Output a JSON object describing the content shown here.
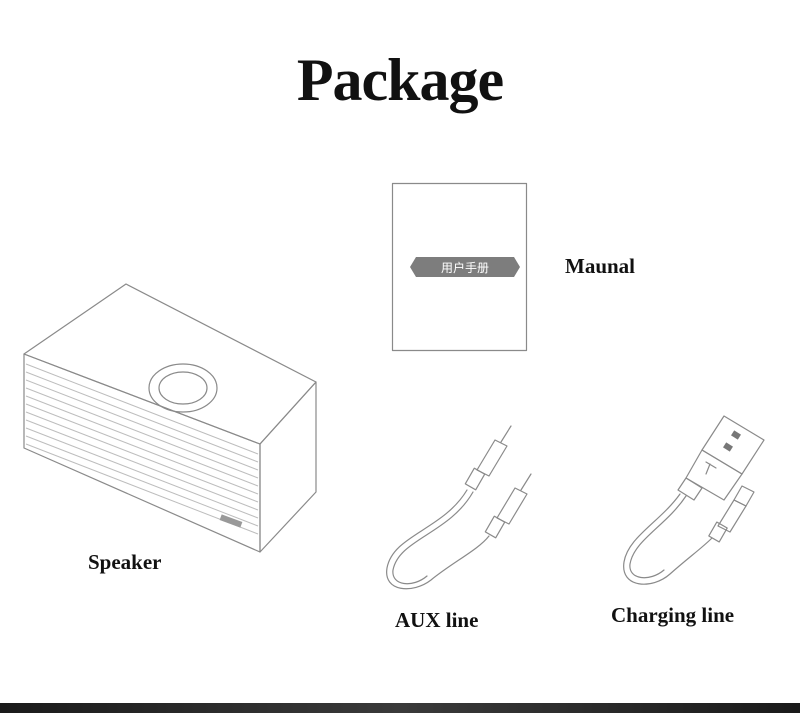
{
  "title": "Package",
  "items": {
    "manual": {
      "label": "Maunal",
      "cover_text": "用户手册",
      "icon": "manual-book-icon"
    },
    "speaker": {
      "label": "Speaker",
      "icon": "speaker-icon"
    },
    "aux": {
      "label": "AUX line",
      "icon": "aux-cable-icon"
    },
    "charging": {
      "label": "Charging line",
      "icon": "usb-cable-icon"
    }
  },
  "colors": {
    "text": "#111111",
    "line_art": "#8a8a8a",
    "badge": "#7d7d7d",
    "bottom_bar": "#2a2a2a"
  }
}
